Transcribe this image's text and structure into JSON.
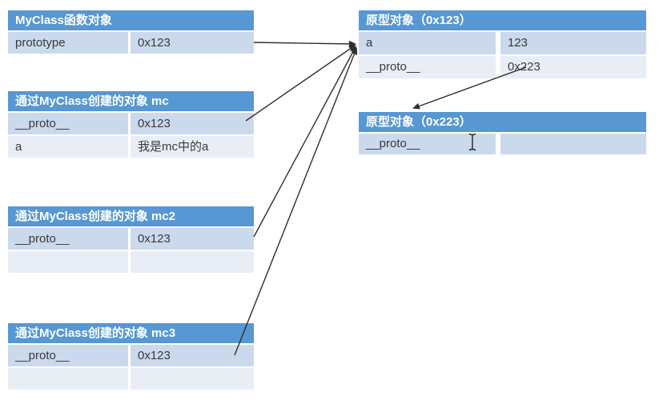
{
  "colors": {
    "header_blue": "#5697D4",
    "band1": "#CBD9EC",
    "band2": "#E9EDF5",
    "text": "#3A3A3A",
    "arrow": "#2E2E2E",
    "background": "#FFFFFF"
  },
  "tables": {
    "myclass_fn": {
      "title": "MyClass函数对象",
      "rows": [
        {
          "key": "prototype",
          "value": "0x123"
        }
      ]
    },
    "mc": {
      "title": "通过MyClass创建的对象 mc",
      "rows": [
        {
          "key": "__proto__",
          "value": "0x123"
        },
        {
          "key": "a",
          "value": "我是mc中的a"
        }
      ]
    },
    "mc2": {
      "title": "通过MyClass创建的对象 mc2",
      "rows": [
        {
          "key": "__proto__",
          "value": "0x123"
        },
        {
          "key": "",
          "value": ""
        }
      ]
    },
    "mc3": {
      "title": "通过MyClass创建的对象 mc3",
      "rows": [
        {
          "key": "__proto__",
          "value": "0x123"
        },
        {
          "key": "",
          "value": ""
        }
      ]
    },
    "proto_0x123": {
      "title": "原型对象（0x123）",
      "rows": [
        {
          "key": "a",
          "value": "123"
        },
        {
          "key": "__proto__",
          "value": "0x223"
        }
      ]
    },
    "proto_0x223": {
      "title": "原型对象（0x223）",
      "rows": [
        {
          "key": "__proto__",
          "value": ""
        }
      ]
    }
  },
  "arrows": [
    {
      "from": "MyClass函数对象.prototype(0x123)",
      "to": "原型对象（0x123）"
    },
    {
      "from": "mc.__proto__(0x123)",
      "to": "原型对象（0x123）"
    },
    {
      "from": "mc2.__proto__(0x123)",
      "to": "原型对象（0x123）"
    },
    {
      "from": "mc3.__proto__(0x123)",
      "to": "原型对象（0x123）"
    },
    {
      "from": "原型对象（0x123）.__proto__(0x223)",
      "to": "原型对象（0x223）"
    }
  ],
  "cursor": {
    "type": "text-ibeam"
  }
}
